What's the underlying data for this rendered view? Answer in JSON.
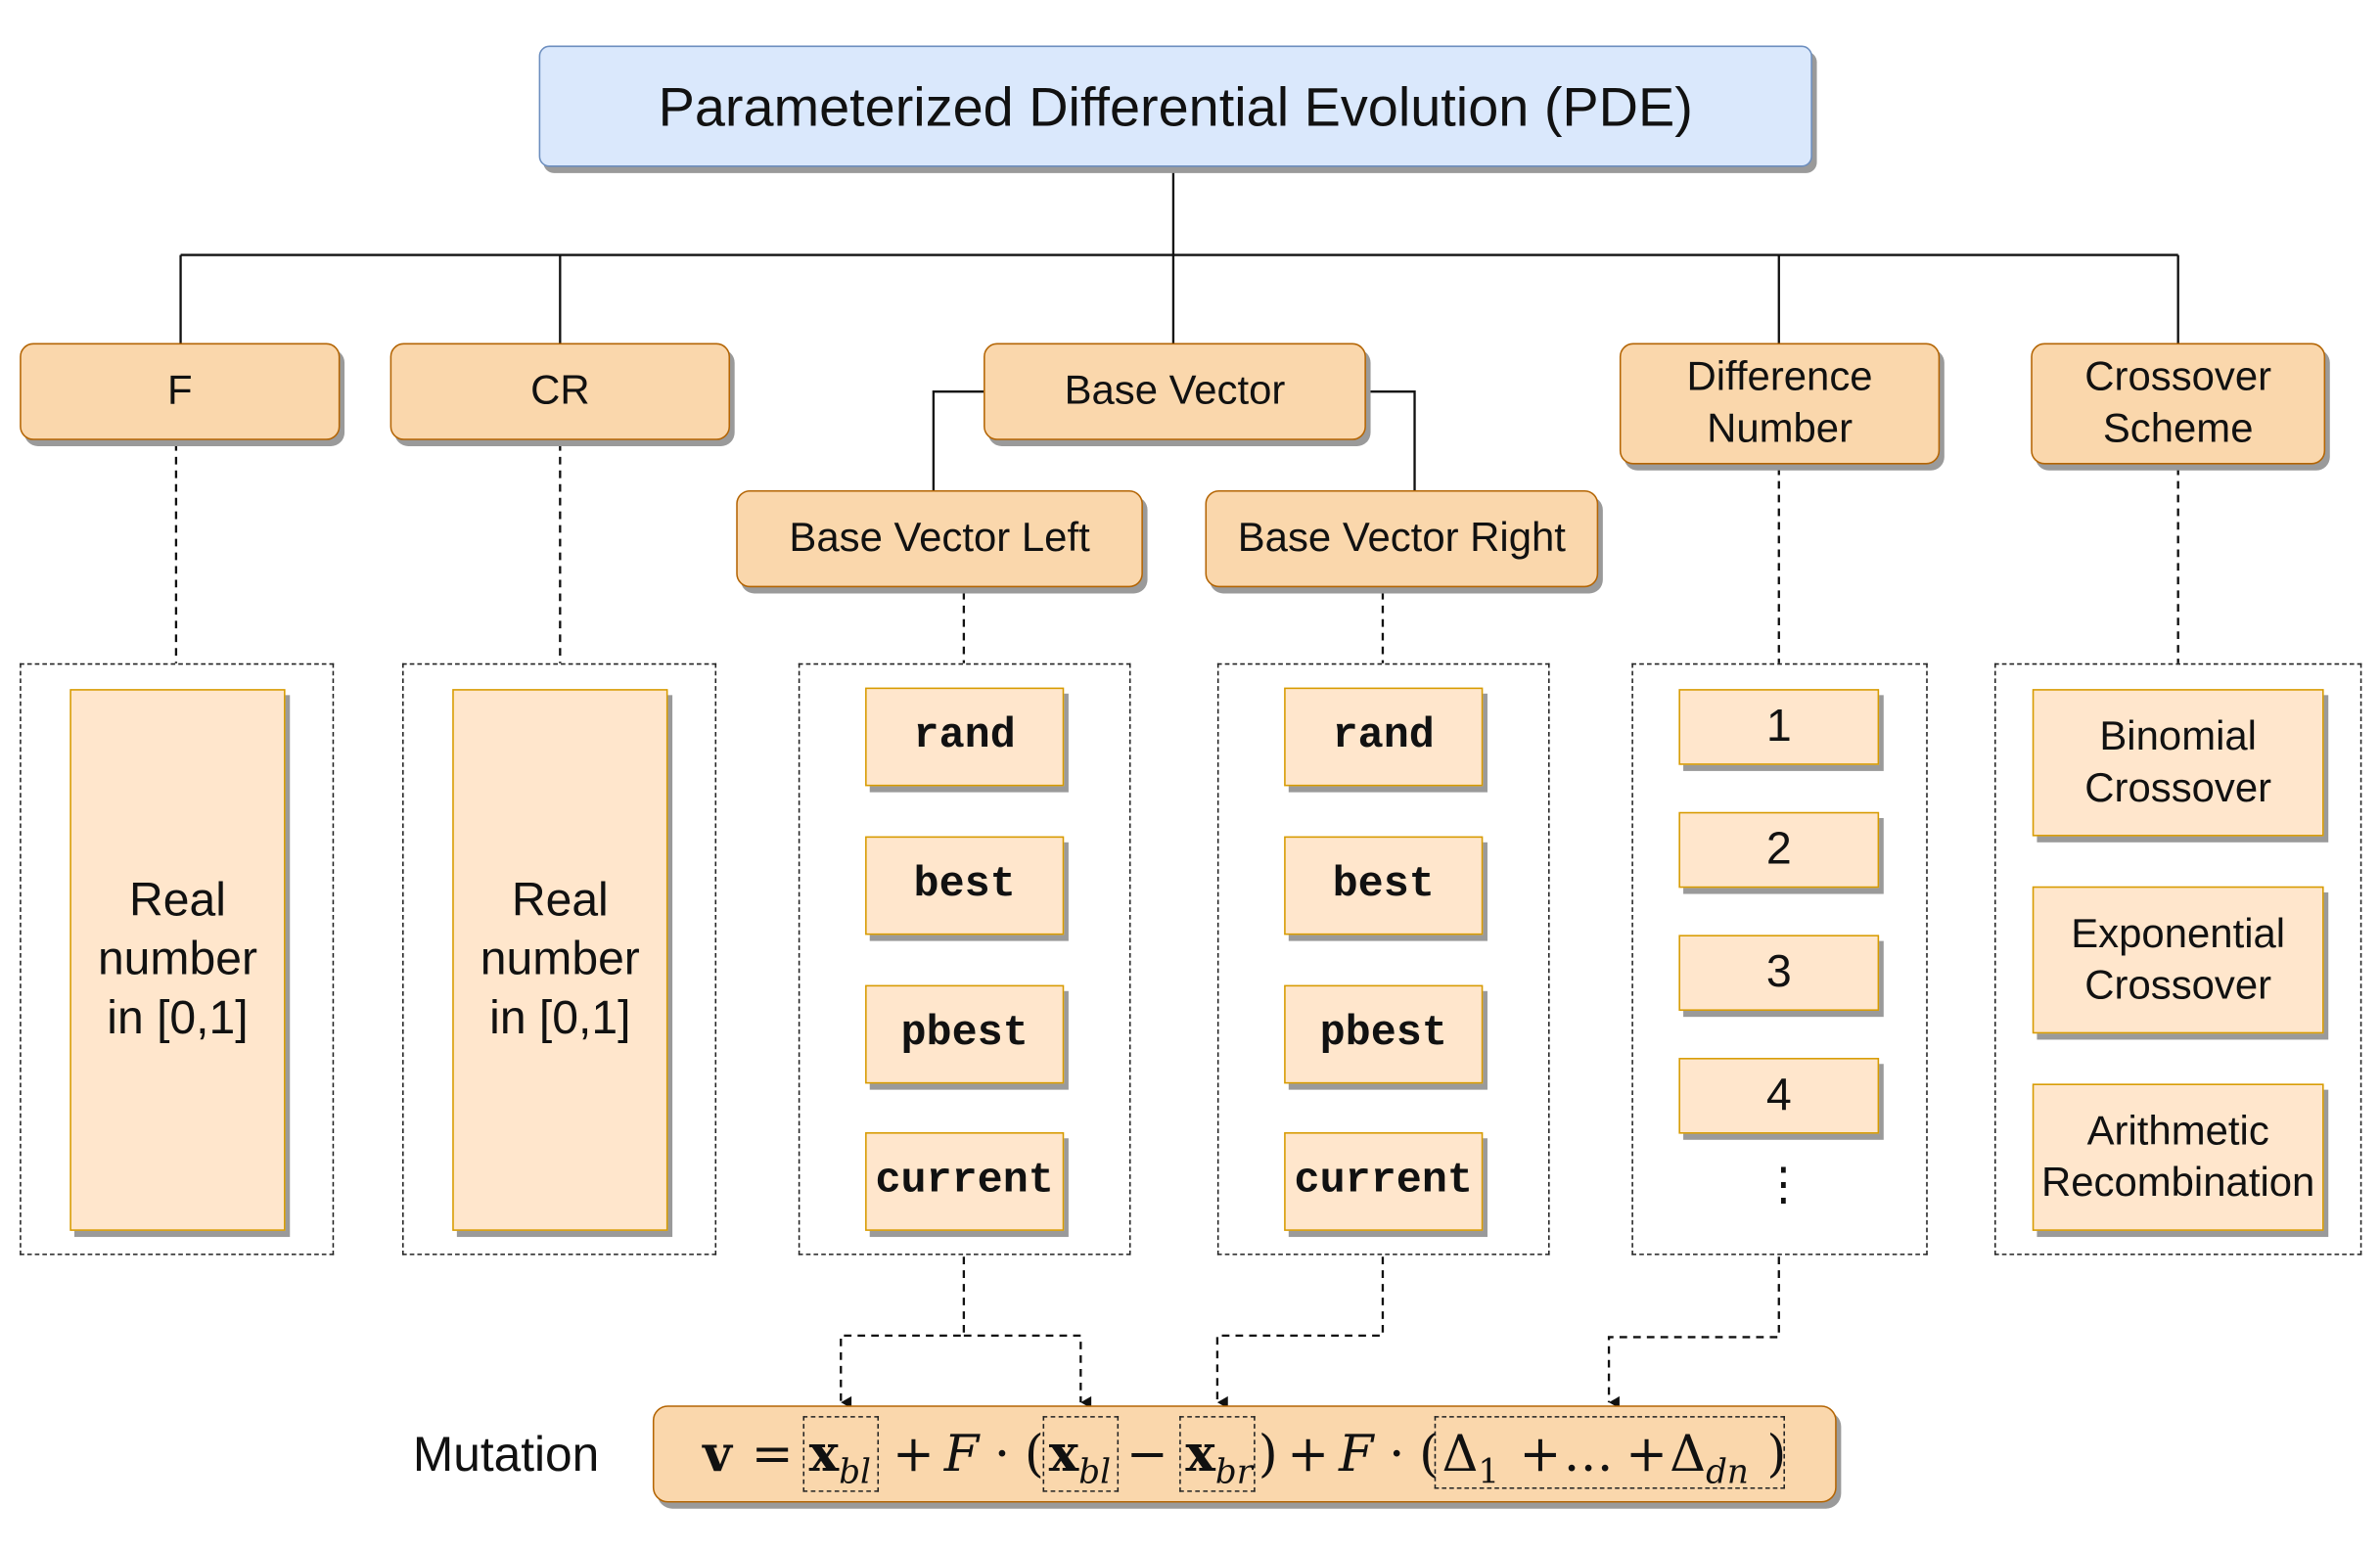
{
  "title": "Parameterized Differential Evolution (PDE)",
  "params": {
    "f": "F",
    "cr": "CR",
    "base_vector": "Base Vector",
    "difference_number": "Difference Number",
    "crossover_scheme": "Crossover Scheme",
    "base_vector_left": "Base Vector Left",
    "base_vector_right": "Base Vector Right"
  },
  "real_range": "Real number in [0,1]",
  "base_options": [
    "rand",
    "best",
    "pbest",
    "current"
  ],
  "difference_options": [
    "1",
    "2",
    "3",
    "4"
  ],
  "difference_more": "⋮",
  "crossover_options": [
    "Binomial Crossover",
    "Exponential Crossover",
    "Arithmetic Recombination"
  ],
  "mutation": {
    "label": "Mutation",
    "v": "v",
    "eq": "=",
    "x": "x",
    "sub_bl": "bl",
    "sub_br": "br",
    "plus": "+",
    "minus": "−",
    "f": "F",
    "dot": "·",
    "lparen": "(",
    "rparen": ")",
    "delta": "Δ",
    "sub_1": "1",
    "sub_dn": "dn",
    "ellipsis": "…"
  },
  "colors": {
    "title_fill": "#dae8fc",
    "title_border": "#6c8ebf",
    "category_fill": "#fad7ac",
    "category_border": "#b46504",
    "option_fill": "#ffe6cc",
    "option_border": "#d79b00"
  }
}
